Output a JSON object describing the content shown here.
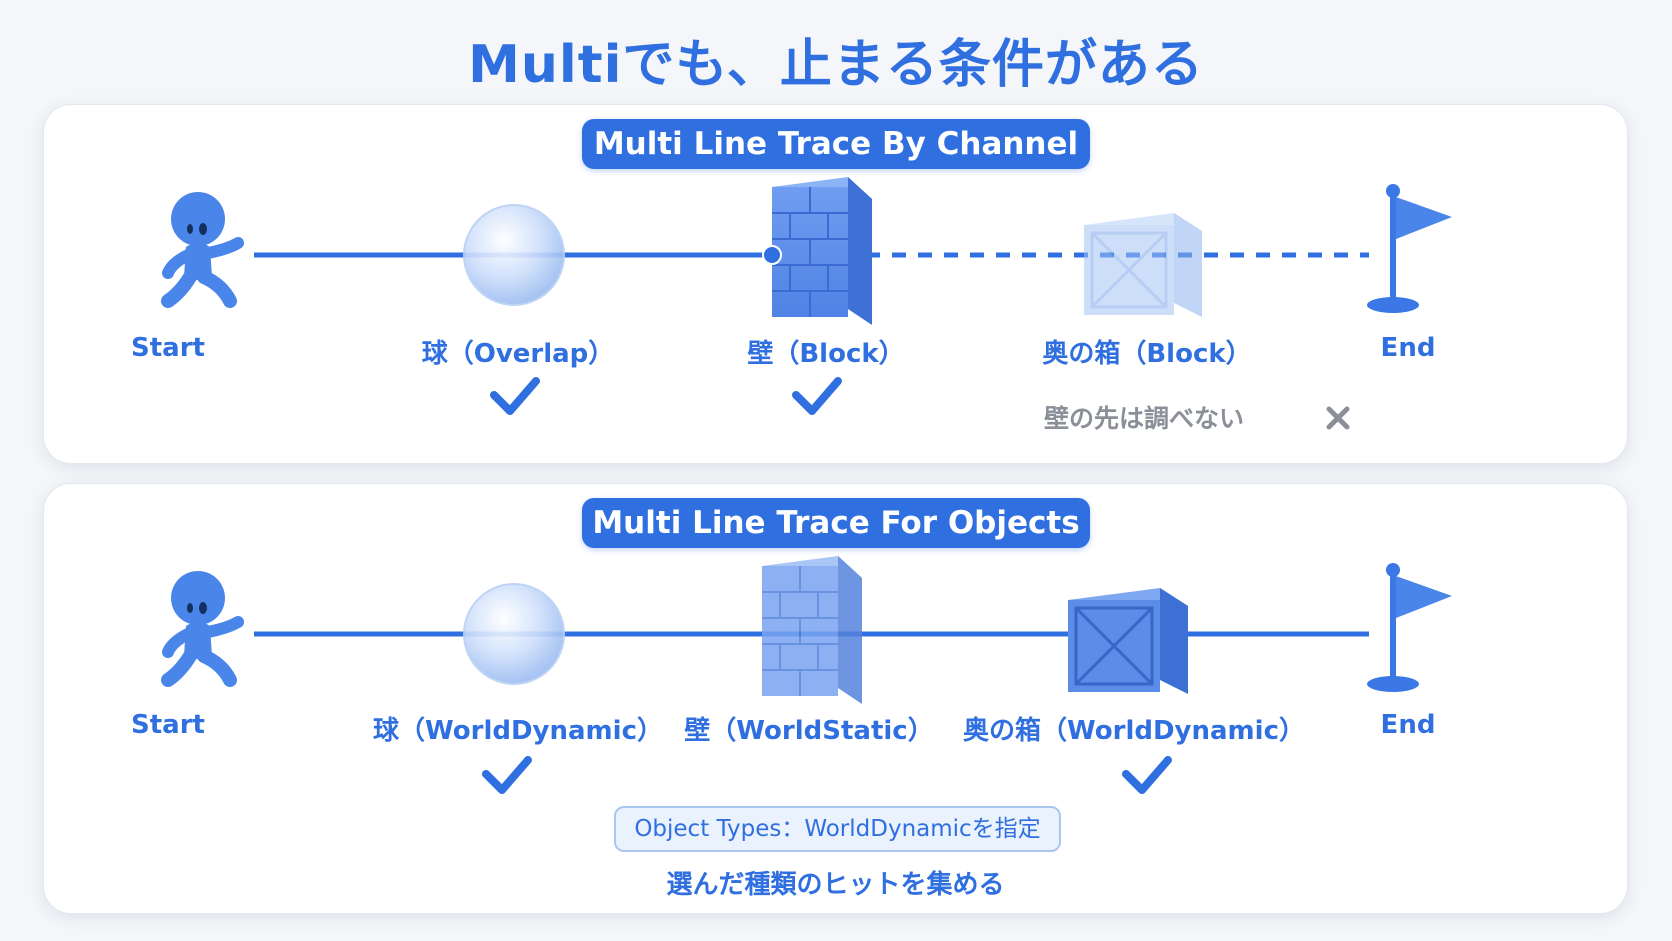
{
  "title": "Multiでも、止まる条件がある",
  "colors": {
    "accent": "#2f6fe0",
    "light": "#a9c6f0",
    "gray": "#8a8f98",
    "panel": "#ffffff"
  },
  "panels": [
    {
      "header": "Multi Line Trace By Channel",
      "items": [
        {
          "label": "Start",
          "icon": "runner-icon"
        },
        {
          "label": "球（Overlap）",
          "icon": "sphere-icon",
          "hit": true
        },
        {
          "label": "壁（Block）",
          "icon": "brick-wall-icon",
          "hit": true
        },
        {
          "label": "奥の箱（Block）",
          "icon": "crate-icon",
          "hit": false
        },
        {
          "label": "End",
          "icon": "flag-icon"
        }
      ],
      "note": "壁の先は調べない"
    },
    {
      "header": "Multi Line Trace For Objects",
      "items": [
        {
          "label": "Start",
          "icon": "runner-icon"
        },
        {
          "label": "球（WorldDynamic）",
          "icon": "sphere-icon",
          "hit": true
        },
        {
          "label": "壁（WorldStatic）",
          "icon": "brick-wall-icon",
          "hit": false
        },
        {
          "label": "奥の箱（WorldDynamic）",
          "icon": "crate-icon",
          "hit": true
        },
        {
          "label": "End",
          "icon": "flag-icon"
        }
      ],
      "object_types": "Object Types：WorldDynamicを指定",
      "summary": "選んだ種類のヒットを集める"
    }
  ]
}
